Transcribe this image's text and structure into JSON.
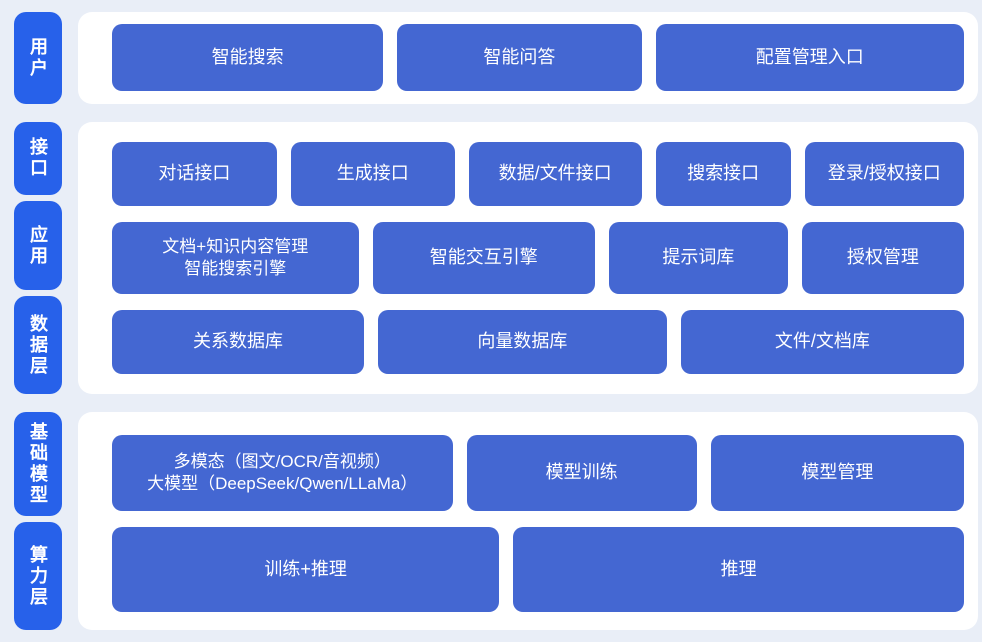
{
  "colors": {
    "background": "#e9eef7",
    "panel": "#ffffff",
    "rail_pill": "#2761ea",
    "block": "#4467d2",
    "text": "#ffffff"
  },
  "sections": [
    {
      "name": "user-layer",
      "rail": [
        {
          "label": "用户"
        }
      ],
      "rows": [
        {
          "buttons": [
            {
              "label": "智能搜索"
            },
            {
              "label": "智能问答"
            },
            {
              "label": "配置管理入口"
            }
          ]
        }
      ]
    },
    {
      "name": "interface-application-data-layers",
      "rail": [
        {
          "label": "接口"
        },
        {
          "label": "应用"
        },
        {
          "label": "数据层"
        }
      ],
      "rows": [
        {
          "buttons": [
            {
              "label": "对话接口"
            },
            {
              "label": "生成接口"
            },
            {
              "label": "数据/文件接口"
            },
            {
              "label": "搜索接口"
            },
            {
              "label": "登录/授权接口"
            }
          ]
        },
        {
          "buttons": [
            {
              "line1": "文档+知识内容管理",
              "line2": "智能搜索引擎"
            },
            {
              "label": "智能交互引擎"
            },
            {
              "label": "提示词库"
            },
            {
              "label": "授权管理"
            }
          ]
        },
        {
          "buttons": [
            {
              "label": "关系数据库"
            },
            {
              "label": "向量数据库"
            },
            {
              "label": "文件/文档库"
            }
          ]
        }
      ]
    },
    {
      "name": "foundation-model-compute-layers",
      "rail": [
        {
          "label": "基础模型"
        },
        {
          "label": "算力层"
        }
      ],
      "rows": [
        {
          "buttons": [
            {
              "line1": "多模态（图文/OCR/音视频）",
              "line2": "大模型（DeepSeek/Qwen/LLaMa）"
            },
            {
              "label": "模型训练"
            },
            {
              "label": "模型管理"
            }
          ]
        },
        {
          "buttons": [
            {
              "label": "训练+推理"
            },
            {
              "label": "推理"
            }
          ]
        }
      ]
    }
  ]
}
